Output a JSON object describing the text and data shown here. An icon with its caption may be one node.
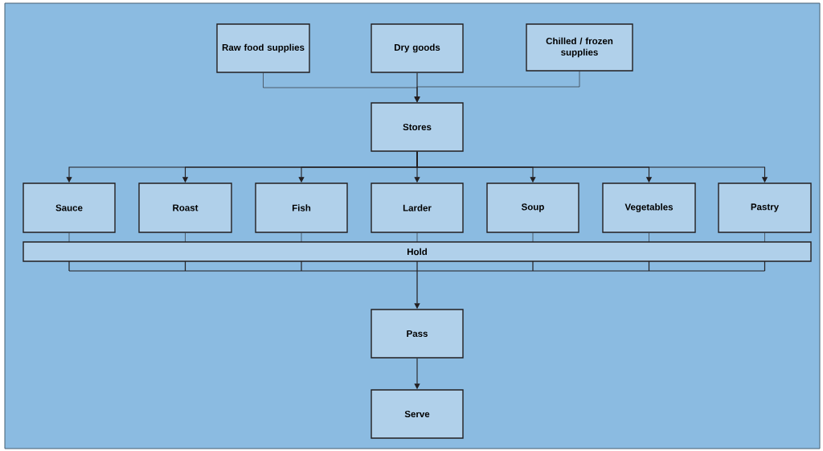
{
  "diagram": {
    "nodes": [
      {
        "text": [
          "Raw food supplies"
        ]
      },
      {
        "text": [
          "Dry goods"
        ]
      },
      {
        "text": [
          "Chilled / frozen supplies"
        ]
      },
      {
        "text": [
          "Stores"
        ]
      },
      {
        "text": [
          "Sauce"
        ]
      },
      {
        "text": [
          "Roast"
        ]
      },
      {
        "text": [
          "Fish"
        ]
      },
      {
        "text": [
          "Larder"
        ]
      },
      {
        "text": [
          "Soup"
        ]
      },
      {
        "text": [
          "Vegetables"
        ]
      },
      {
        "text": [
          "Pastry"
        ]
      },
      {
        "text": [
          "Hold"
        ]
      },
      {
        "text": [
          "Pass"
        ]
      },
      {
        "text": [
          "Serve"
        ]
      }
    ],
    "edges": [
      {
        "from": 0,
        "to": 3,
        "arrow": "to"
      },
      {
        "from": 1,
        "to": 3,
        "arrow": "to"
      },
      {
        "from": 2,
        "to": 3,
        "arrow": "to"
      },
      {
        "from": 3,
        "to": 4,
        "arrow": "to"
      },
      {
        "from": 3,
        "to": 5,
        "arrow": "to"
      },
      {
        "from": 3,
        "to": 6,
        "arrow": "to"
      },
      {
        "from": 3,
        "to": 7,
        "arrow": "to"
      },
      {
        "from": 3,
        "to": 8,
        "arrow": "to"
      },
      {
        "from": 3,
        "to": 9,
        "arrow": "to"
      },
      {
        "from": 3,
        "to": 10,
        "arrow": "to"
      },
      {
        "from": 4,
        "to": 11,
        "arrow": "none"
      },
      {
        "from": 5,
        "to": 11,
        "arrow": "none"
      },
      {
        "from": 6,
        "to": 11,
        "arrow": "none"
      },
      {
        "from": 7,
        "to": 11,
        "arrow": "none"
      },
      {
        "from": 8,
        "to": 11,
        "arrow": "none"
      },
      {
        "from": 9,
        "to": 11,
        "arrow": "none"
      },
      {
        "from": 10,
        "to": 11,
        "arrow": "none"
      },
      {
        "from": 11,
        "to": 12,
        "arrow": "to"
      },
      {
        "from": 12,
        "to": 13,
        "arrow": "to"
      }
    ]
  }
}
